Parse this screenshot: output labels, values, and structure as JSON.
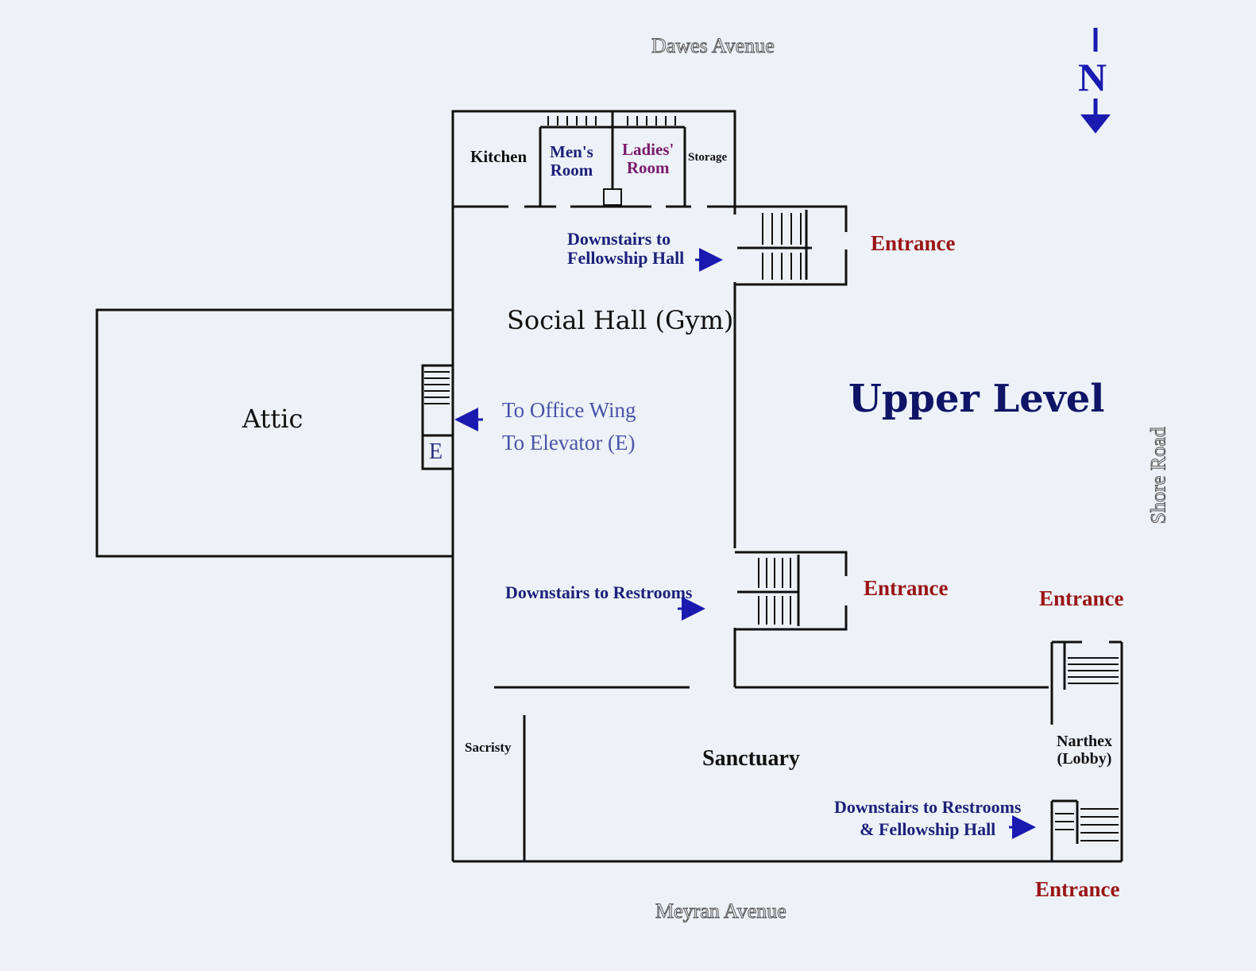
{
  "streets": {
    "north": "Dawes Avenue",
    "south": "Meyran Avenue",
    "east": "Shore Road"
  },
  "compass": {
    "letter": "N",
    "color": "#1a1ab0"
  },
  "title": "Upper Level",
  "rooms": {
    "kitchen": "Kitchen",
    "mens_room": [
      "Men's",
      "Room"
    ],
    "ladies_room": [
      "Ladies'",
      "Room"
    ],
    "storage": "Storage",
    "social_hall": "Social Hall (Gym)",
    "attic": "Attic",
    "elevator": "E",
    "sacristy": "Sacristy",
    "sanctuary": "Sanctuary",
    "narthex": [
      "Narthex",
      "(Lobby)"
    ]
  },
  "directions": {
    "fellowship_hall": [
      "Downstairs to",
      "Fellowship Hall"
    ],
    "office_wing": [
      "To Office Wing",
      "To Elevator (E)"
    ],
    "restrooms": "Downstairs to Restrooms",
    "restrooms_fellowship": [
      "Downstairs to Restrooms",
      "& Fellowship Hall"
    ]
  },
  "entrances": [
    "Entrance",
    "Entrance",
    "Entrance",
    "Entrance"
  ],
  "colors": {
    "walls": "#111111",
    "entrance_text": "#9a1515",
    "direction_text": "#1c1f7a",
    "arrow": "#1a1ab0",
    "ladies_room_text": "#7a1a6a",
    "mens_room_text": "#1c1f7a"
  }
}
